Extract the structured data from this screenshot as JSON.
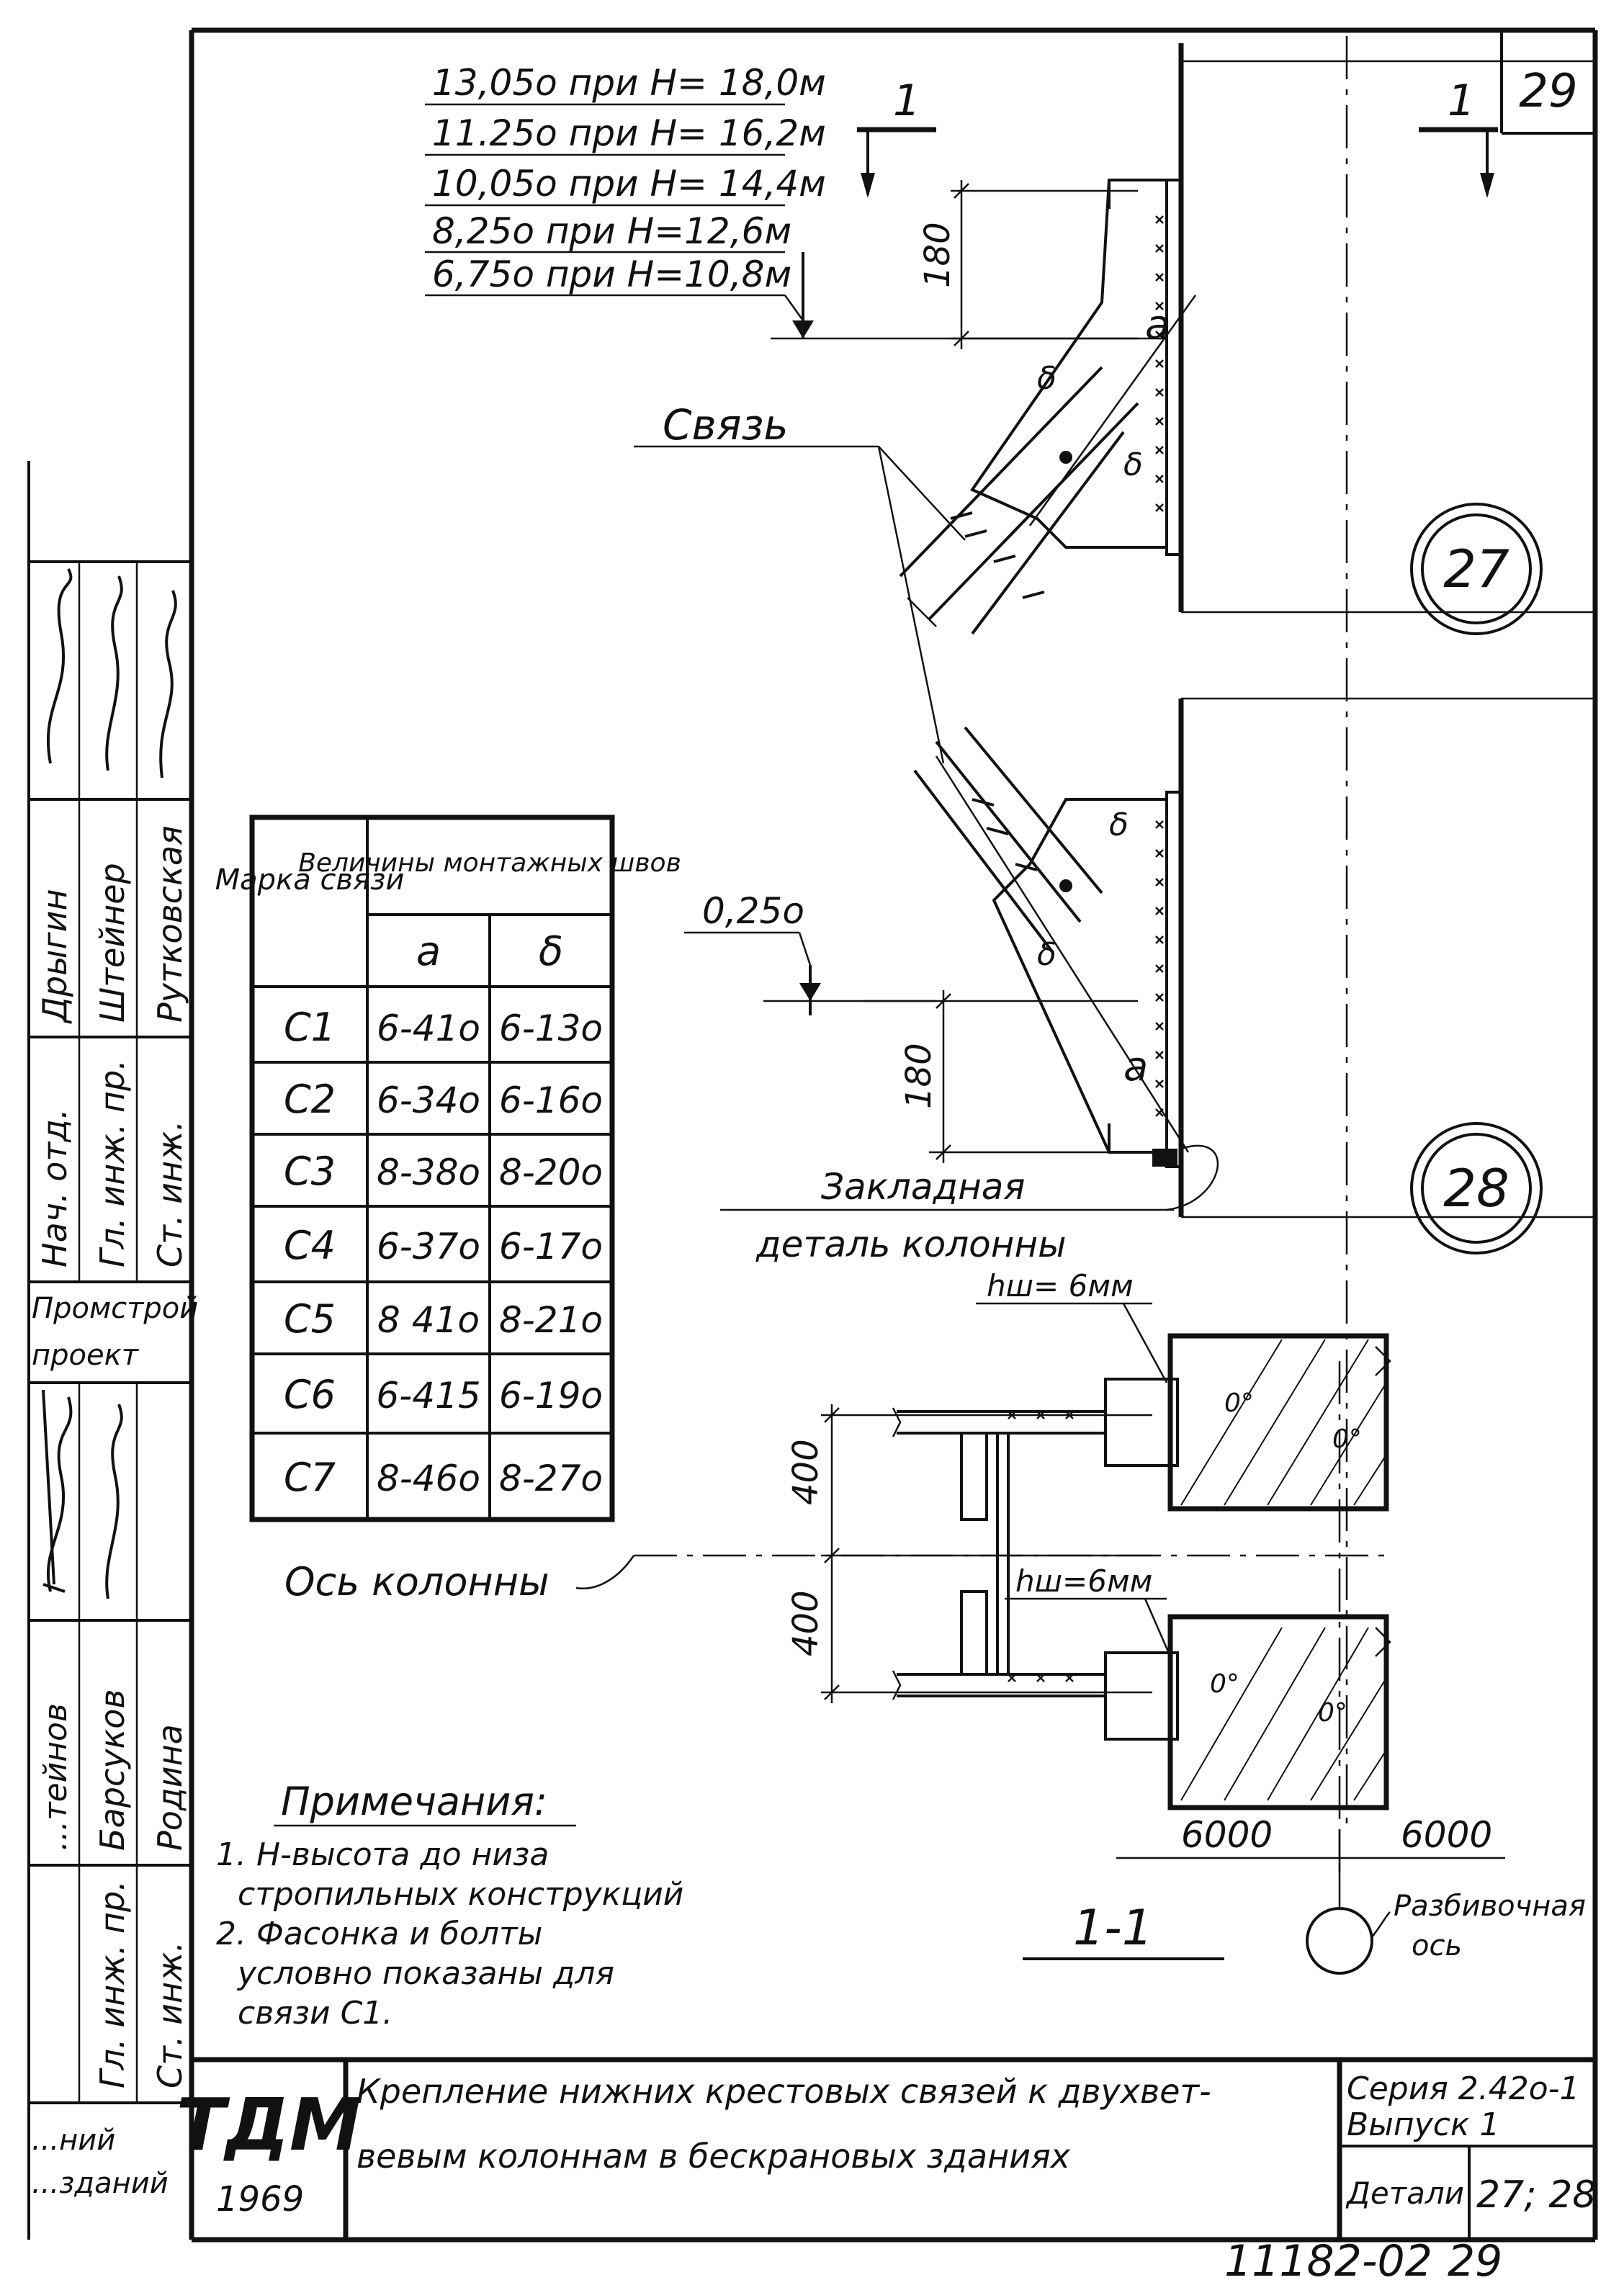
{
  "sheet": {
    "page_number": "29",
    "bottom_number": "11182-02",
    "bottom_page": "29"
  },
  "elevation_levels": [
    "13,05о при H= 18,0м",
    "11.25о при H= 16,2м",
    "10,05о при H= 14,4м",
    "8,25о при H=12,6м",
    "6,75о при H=10,8м"
  ],
  "section_mark": "1",
  "labels": {
    "svyaz": "Связь",
    "dim_180": "180",
    "dim_400": "400",
    "weld_a": "a",
    "weld_b": "δ",
    "level_0250": "0,25о",
    "embedded_line1": "Закладная",
    "embedded_line2": "деталь колонны",
    "weld_size_1": "hш= 6мм",
    "weld_size_2": "hш=6мм",
    "column_axis": "Ось колонны",
    "dim_6000_left": "6000",
    "dim_6000_right": "6000",
    "section_label": "1-1",
    "layout_axis_line1": "Разбивочная",
    "layout_axis_line2": "ось",
    "node_27": "27",
    "node_28": "28"
  },
  "weld_table": {
    "col_mark_header": "Марка связи",
    "col_values_header": "Величины монтажных швов",
    "sub_a": "a",
    "sub_b": "δ",
    "rows": [
      {
        "mark": "C1",
        "a": "6-41о",
        "b": "6-13о"
      },
      {
        "mark": "C2",
        "a": "6-34о",
        "b": "6-16о"
      },
      {
        "mark": "C3",
        "a": "8-38о",
        "b": "8-20о"
      },
      {
        "mark": "C4",
        "a": "6-37о",
        "b": "6-17о"
      },
      {
        "mark": "C5",
        "a": "8 41о",
        "b": "8-21о"
      },
      {
        "mark": "C6",
        "a": "6-415",
        "b": "6-19о"
      },
      {
        "mark": "C7",
        "a": "8-46о",
        "b": "8-27о"
      }
    ]
  },
  "notes": {
    "title": "Примечания:",
    "items": [
      "1. H-высота до низа",
      "стропильных конструкций",
      "2. Фасонка и болты",
      "условно показаны для",
      "связи C1."
    ]
  },
  "title_block": {
    "logo": "ТДМ",
    "year": "1969",
    "title_line1": "Крепление нижних крестовых связей к двухвет-",
    "title_line2": "вевым колоннам в бескрановых зданиях",
    "series": "Серия 2.42о-1",
    "issue": "Выпуск 1",
    "details_label": "Детали",
    "details_value": "27; 28"
  },
  "side_stamp": {
    "roles": [
      "Нач. отд.",
      "Гл. инж. пр.",
      "Ст. инж."
    ],
    "names": [
      "Дрыгин",
      "Штейнер",
      "Рутковская"
    ],
    "org_line1": "Промстрой",
    "org_line2": "проект",
    "roles2": [
      "Гл. инж. пр.",
      "Ст. инж."
    ],
    "names2": [
      "Барсуков",
      "Родина"
    ],
    "partial_top": "...тейнов",
    "partial_bottom1": "...ний",
    "partial_bottom2": "...зданий"
  }
}
